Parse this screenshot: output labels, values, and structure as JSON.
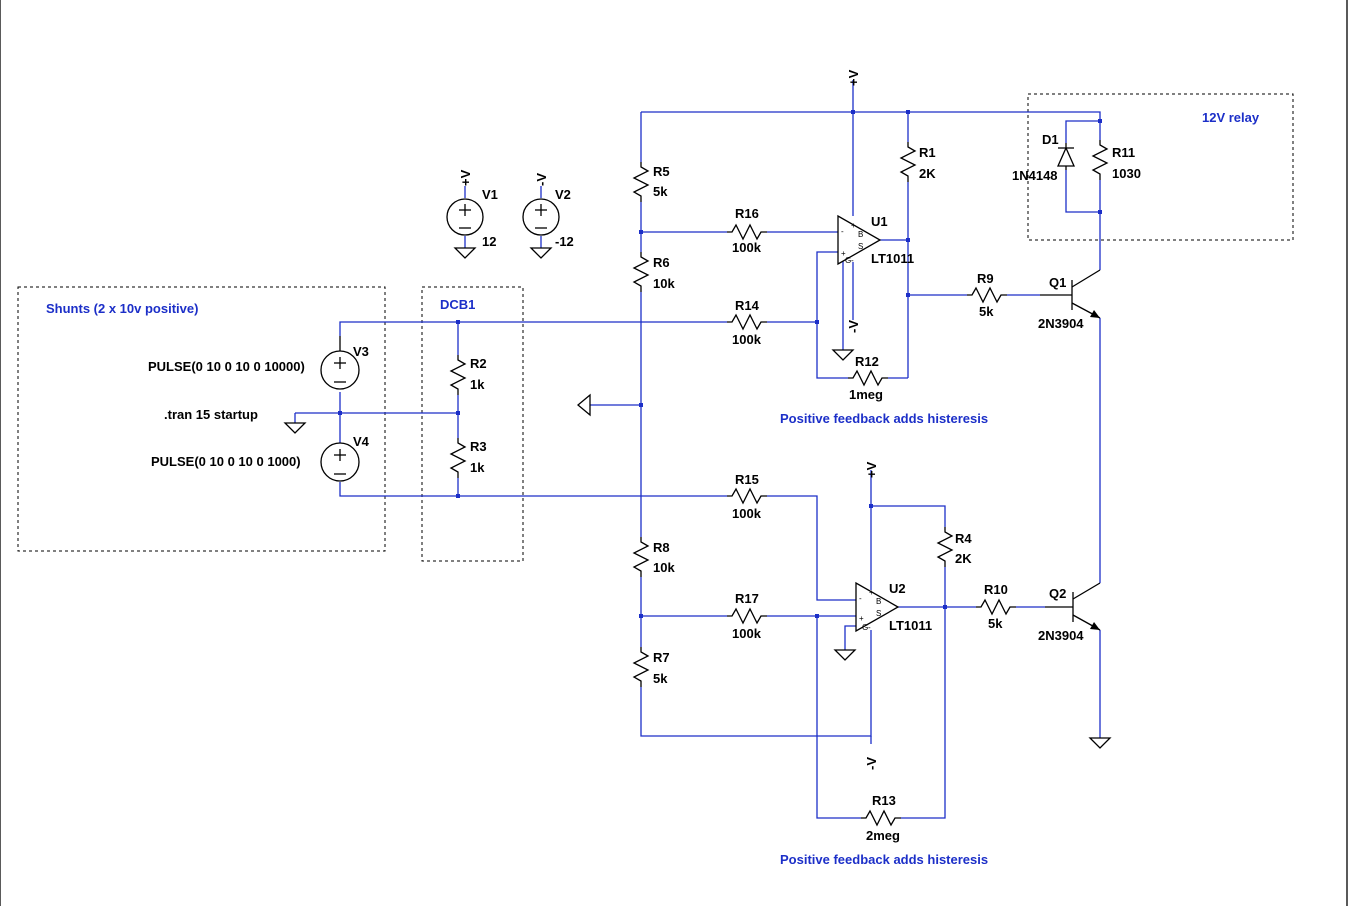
{
  "components": {
    "V1": {
      "ref": "V1",
      "value": "12",
      "node": "+V"
    },
    "V2": {
      "ref": "V2",
      "value": "-12",
      "node": "-V"
    },
    "V3": {
      "ref": "V3",
      "value": "PULSE(0 10 0 10 0 10000)"
    },
    "V4": {
      "ref": "V4",
      "value": "PULSE(0 10 0 10 0 1000)"
    },
    "R1": {
      "ref": "R1",
      "value": "2K"
    },
    "R2": {
      "ref": "R2",
      "value": "1k"
    },
    "R3": {
      "ref": "R3",
      "value": "1k"
    },
    "R4": {
      "ref": "R4",
      "value": "2K"
    },
    "R5": {
      "ref": "R5",
      "value": "5k"
    },
    "R6": {
      "ref": "R6",
      "value": "10k"
    },
    "R7": {
      "ref": "R7",
      "value": "5k"
    },
    "R8": {
      "ref": "R8",
      "value": "10k"
    },
    "R9": {
      "ref": "R9",
      "value": "5k"
    },
    "R10": {
      "ref": "R10",
      "value": "5k"
    },
    "R11": {
      "ref": "R11",
      "value": "1030"
    },
    "R12": {
      "ref": "R12",
      "value": "1meg"
    },
    "R13": {
      "ref": "R13",
      "value": "2meg"
    },
    "R14": {
      "ref": "R14",
      "value": "100k"
    },
    "R15": {
      "ref": "R15",
      "value": "100k"
    },
    "R16": {
      "ref": "R16",
      "value": "100k"
    },
    "R17": {
      "ref": "R17",
      "value": "100k"
    },
    "D1": {
      "ref": "D1",
      "value": "1N4148"
    },
    "U1": {
      "ref": "U1",
      "value": "LT1011"
    },
    "U2": {
      "ref": "U2",
      "value": "LT1011"
    },
    "Q1": {
      "ref": "Q1",
      "value": "2N3904"
    },
    "Q2": {
      "ref": "Q2",
      "value": "2N3904"
    }
  },
  "nets": {
    "pos": "+V",
    "neg": "-V"
  },
  "directive": ".tran 15 startup",
  "boxes": {
    "shunts": "Shunts (2 x 10v positive)",
    "dcb": "DCB1",
    "relay": "12V relay"
  },
  "comments": {
    "fb1": "Positive feedback adds histeresis",
    "fb2": "Positive feedback adds histeresis"
  },
  "pins": {
    "plus": "+",
    "minus": "-",
    "g": "G",
    "b": "B",
    "s": "S"
  },
  "colors": {
    "wire": "#1c2fc8",
    "component": "#000000",
    "comment": "#1c2fc8"
  }
}
